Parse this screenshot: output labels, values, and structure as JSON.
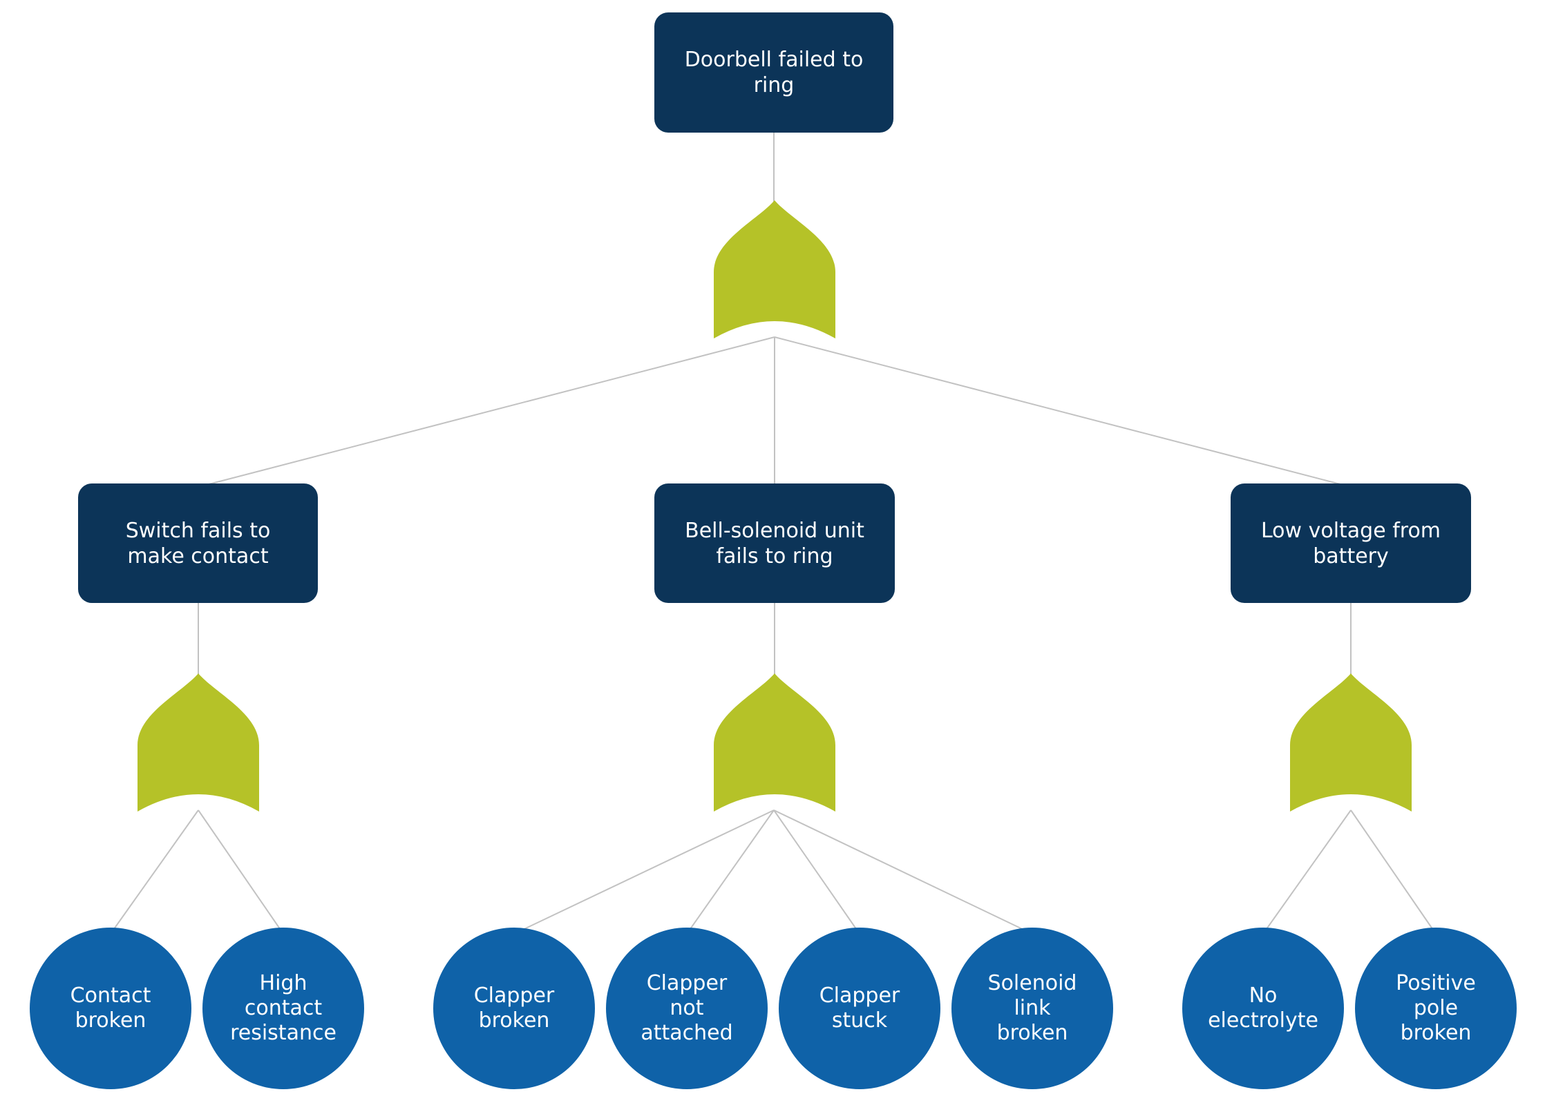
{
  "diagram": {
    "type": "fault-tree",
    "colors": {
      "event-box": "#0c3458",
      "basic-event": "#0f62a8",
      "or-gate": "#b5c228",
      "connector": "#c2c2c2",
      "label-text": "#ffffff",
      "background": "#ffffff"
    },
    "root": {
      "label": "Doorbell failed to\nring",
      "gate": "OR"
    },
    "branches": [
      {
        "label": "Switch fails to\nmake contact",
        "gate": "OR",
        "children": [
          {
            "label": "Contact\nbroken"
          },
          {
            "label": "High\ncontact\nresistance"
          }
        ]
      },
      {
        "label": "Bell-solenoid unit\nfails to ring",
        "gate": "OR",
        "children": [
          {
            "label": "Clapper\nbroken"
          },
          {
            "label": "Clapper\nnot\nattached"
          },
          {
            "label": "Clapper\nstuck"
          },
          {
            "label": "Solenoid\nlink\nbroken"
          }
        ]
      },
      {
        "label": "Low voltage from\nbattery",
        "gate": "OR",
        "children": [
          {
            "label": "No\nelectrolyte"
          },
          {
            "label": "Positive\npole\nbroken"
          }
        ]
      }
    ]
  }
}
